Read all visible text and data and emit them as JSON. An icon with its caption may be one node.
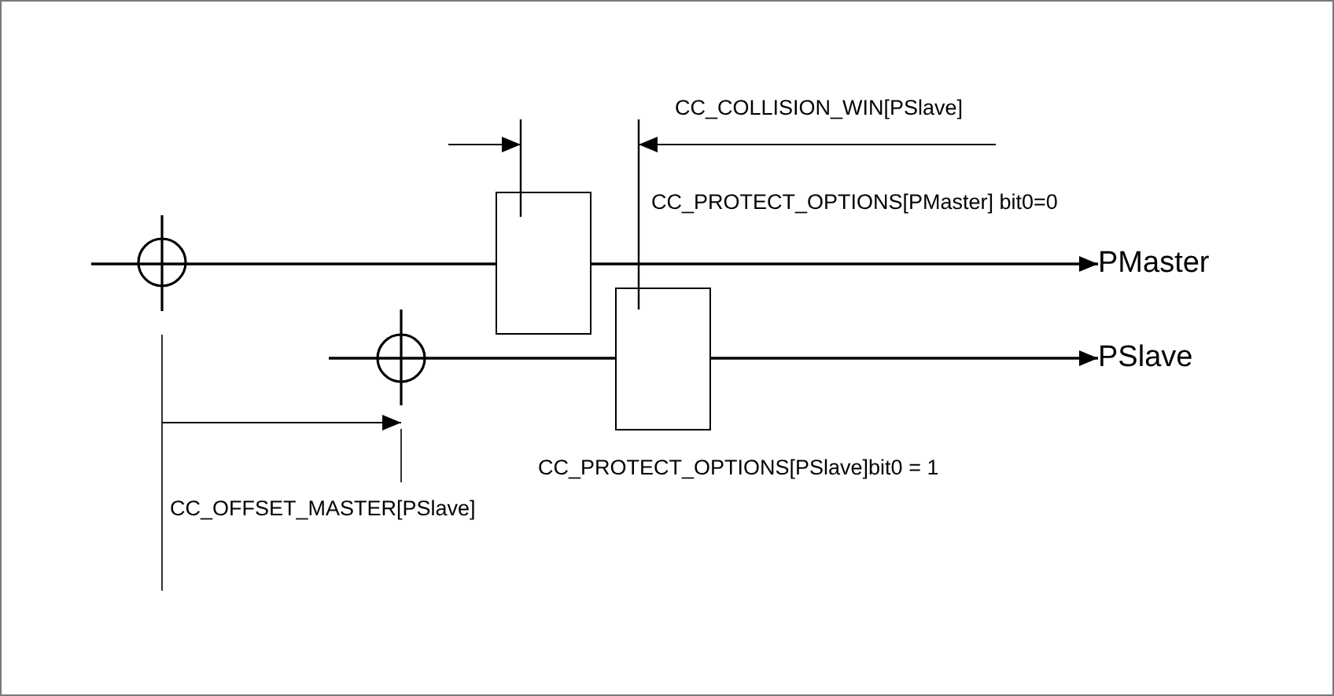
{
  "diagram": {
    "nodes": [
      {
        "text": [],
        "shape": "box"
      },
      {
        "text": [],
        "shape": "box"
      },
      {
        "text": [
          "PMaster"
        ]
      },
      {
        "text": [
          "PSlave"
        ]
      }
    ],
    "edges": [
      {
        "from": null,
        "to": 0,
        "arrow": "none"
      },
      {
        "from": 0,
        "to": 2,
        "arrow": "to"
      },
      {
        "from": null,
        "to": 1,
        "arrow": "none"
      },
      {
        "from": 1,
        "to": 3,
        "arrow": "to"
      }
    ],
    "labels": [
      "CC_COLLISION_WIN[PSlave]",
      "CC_PROTECT_OPTIONS[PMaster] bit0=0",
      "CC_PROTECT_OPTIONS[PSlave]bit0 = 1",
      "CC_OFFSET_MASTER[PSlave]"
    ]
  }
}
